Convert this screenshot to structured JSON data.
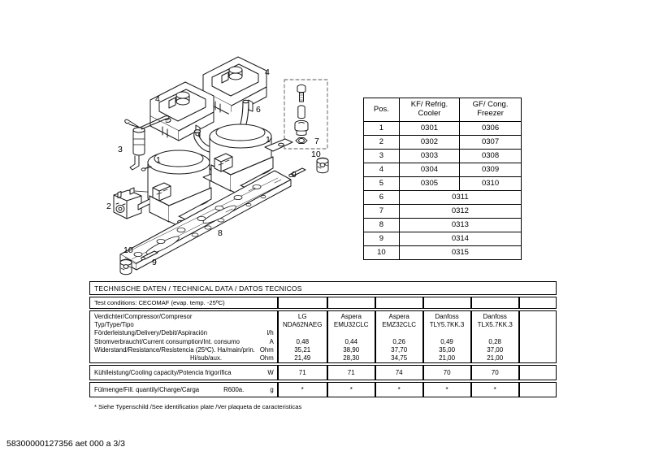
{
  "footer": {
    "code": "58300000127356 aet 000 a 3/3"
  },
  "parts_table": {
    "headers": {
      "pos": "Pos.",
      "kf_line1": "KF/ Refrig.",
      "kf_line2": "Cooler",
      "gf_line1": "GF/ Cong.",
      "gf_line2": "Freezer"
    },
    "rows": [
      {
        "pos": "1",
        "kf": "0301",
        "gf": "0306",
        "merged": false
      },
      {
        "pos": "2",
        "kf": "0302",
        "gf": "0307",
        "merged": false
      },
      {
        "pos": "3",
        "kf": "0303",
        "gf": "0308",
        "merged": false
      },
      {
        "pos": "4",
        "kf": "0304",
        "gf": "0309",
        "merged": false
      },
      {
        "pos": "5",
        "kf": "0305",
        "gf": "0310",
        "merged": false
      },
      {
        "pos": "6",
        "value": "0311",
        "merged": true
      },
      {
        "pos": "7",
        "value": "0312",
        "merged": true
      },
      {
        "pos": "8",
        "value": "0313",
        "merged": true
      },
      {
        "pos": "9",
        "value": "0314",
        "merged": true
      },
      {
        "pos": "10",
        "value": "0315",
        "merged": true
      }
    ]
  },
  "tech_table": {
    "title": "TECHNISCHE DATEN / TECHNICAL DATA / DATOS TECNICOS",
    "test_conditions": "Test conditions:  CECOMAF (evap. temp. -25ºC)",
    "spec_lines": [
      {
        "text": "Verdichter/Compressor/Compresor",
        "unit": ""
      },
      {
        "text": "Typ/Type/Tipo",
        "unit": ""
      },
      {
        "text": "Förderleistung/Delivery/Debit/Aspiración",
        "unit": "l/h"
      },
      {
        "text": "Stromverbraucht/Current consumption/Int. consumo",
        "unit": "A"
      },
      {
        "text": "Widerstand/Resistance/Resistencia (25ºC). Ha/main/prin.",
        "unit": "Ohm"
      },
      {
        "text": "Hi/sub/aux.",
        "unit": "Ohm",
        "indent": true
      }
    ],
    "columns": [
      {
        "brand": "LG",
        "type": "NDA62NAEG",
        "delivery": "",
        "current": "0,48",
        "resistance_main": "35,21",
        "resistance_aux": "21,49",
        "cooling_capacity": "71",
        "fill_quantity": "*"
      },
      {
        "brand": "Aspera",
        "type": "EMU32CLC",
        "delivery": "",
        "current": "0,44",
        "resistance_main": "38,90",
        "resistance_aux": "28,30",
        "cooling_capacity": "71",
        "fill_quantity": "*"
      },
      {
        "brand": "Aspera",
        "type": "EMZ32CLC",
        "delivery": "",
        "current": "0,26",
        "resistance_main": "37,70",
        "resistance_aux": "34,75",
        "cooling_capacity": "74",
        "fill_quantity": "*"
      },
      {
        "brand": "Danfoss",
        "type": "TLY5.7KK.3",
        "delivery": "",
        "current": "0,49",
        "resistance_main": "35,00",
        "resistance_aux": "21,00",
        "cooling_capacity": "70",
        "fill_quantity": "*"
      },
      {
        "brand": "Danfoss",
        "type": "TLX5.7KK.3",
        "delivery": "",
        "current": "0,28",
        "resistance_main": "37,00",
        "resistance_aux": "21,00",
        "cooling_capacity": "70",
        "fill_quantity": "*"
      },
      {
        "brand": "",
        "type": "",
        "delivery": "",
        "current": "",
        "resistance_main": "",
        "resistance_aux": "",
        "cooling_capacity": "",
        "fill_quantity": ""
      }
    ],
    "cooling_row": {
      "label": "Kühlleistung/Cooling capacity/Potencia frigorífica",
      "unit": "W"
    },
    "fill_row": {
      "label": "Fülmenge/Fill. quantily/Charge/Carga",
      "refrigerant": "R600a.",
      "unit": "g"
    },
    "footnote": "* Siehe Typenschild /See identification plate /Ver plaqueta de caracteristicas"
  },
  "diagram": {
    "callouts": [
      {
        "id": "c1",
        "label": "4"
      },
      {
        "id": "c2",
        "label": "4"
      },
      {
        "id": "c3",
        "label": "6"
      },
      {
        "id": "c4",
        "label": "7"
      },
      {
        "id": "c5",
        "label": "3"
      },
      {
        "id": "c6",
        "label": "1"
      },
      {
        "id": "c7",
        "label": "1"
      },
      {
        "id": "c8",
        "label": "2"
      },
      {
        "id": "c9",
        "label": "10"
      },
      {
        "id": "c10",
        "label": "9"
      },
      {
        "id": "c11",
        "label": "8"
      },
      {
        "id": "c12",
        "label": "10"
      },
      {
        "id": "c13",
        "label": "9"
      }
    ]
  }
}
